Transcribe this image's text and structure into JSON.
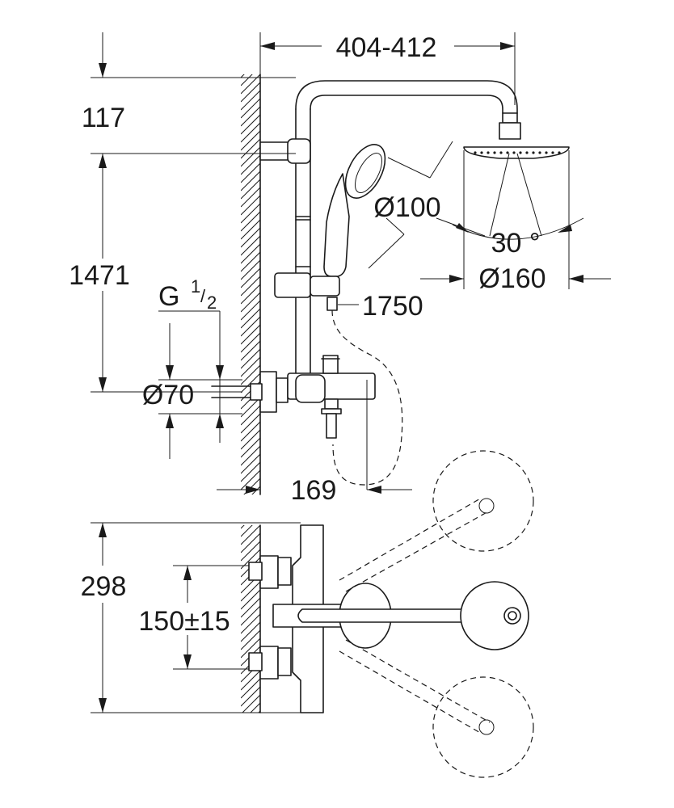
{
  "dimensions": {
    "arm_width": "404-412",
    "top_offset": "117",
    "column_height": "1471",
    "thread_main": "G",
    "thread_num": "1",
    "thread_den": "2",
    "wall_diameter": "Ø70",
    "hand_shower_diameter": "Ø100",
    "spray_angle": "30 °",
    "head_diameter": "Ø160",
    "hose_length": "1750",
    "spout_projection": "169",
    "mixer_depth": "298",
    "connection_spacing": "150±15"
  },
  "colors": {
    "line": "#1a1a1a",
    "background": "#ffffff"
  }
}
